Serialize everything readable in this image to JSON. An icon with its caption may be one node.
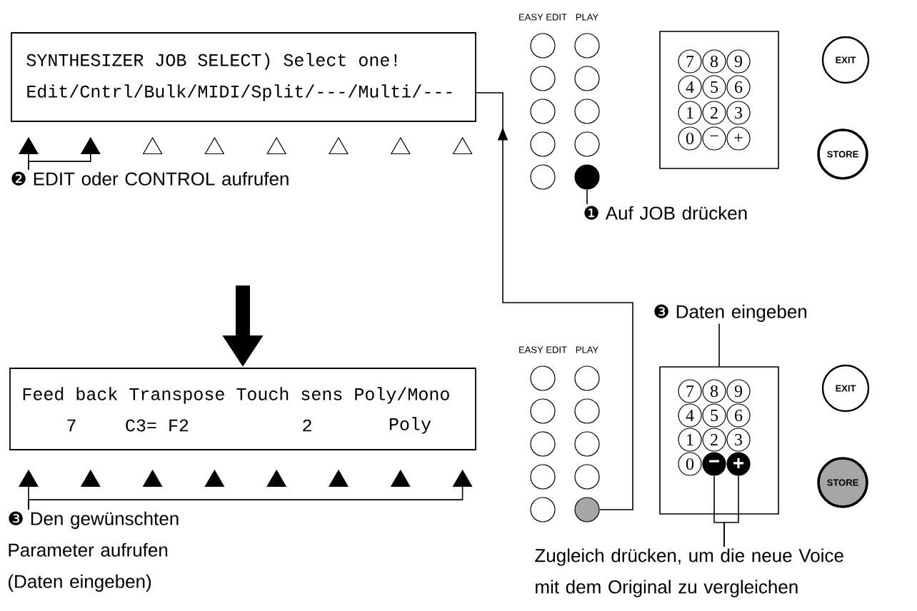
{
  "diagram": {
    "nodes": [
      {
        "text": [
          "SYNTHESIZER JOB SELECT) Select one!",
          "Edit/Cntrl/Bulk/MIDI/Split/---/Multi/---"
        ]
      },
      {
        "text": [],
        "shape": "triangle"
      },
      {
        "text": [],
        "shape": "triangle"
      },
      {
        "text": [],
        "shape": "triangle"
      },
      {
        "text": [],
        "shape": "triangle"
      },
      {
        "text": [],
        "shape": "triangle"
      },
      {
        "text": [],
        "shape": "triangle"
      },
      {
        "text": [],
        "shape": "triangle"
      },
      {
        "text": [],
        "shape": "triangle"
      },
      {
        "text": [
          "❷",
          "EDIT oder CONTROL aufrufen"
        ]
      },
      {
        "text": [],
        "shape": "circle"
      },
      {
        "text": [],
        "shape": "circle"
      },
      {
        "text": [],
        "shape": "circle"
      },
      {
        "text": [],
        "shape": "circle"
      },
      {
        "text": [],
        "shape": "circle"
      },
      {
        "text": [],
        "shape": "circle"
      },
      {
        "text": [],
        "shape": "circle"
      },
      {
        "text": [],
        "shape": "circle"
      },
      {
        "text": [],
        "shape": "circle"
      },
      {
        "text": [],
        "shape": "circle"
      },
      {
        "text": [
          "❶",
          "Auf JOB drücken"
        ]
      },
      {
        "text": [],
        "shape": "box"
      },
      {
        "text": [
          "7"
        ],
        "in": 21
      },
      {
        "text": [
          "8"
        ],
        "in": 21
      },
      {
        "text": [
          "9"
        ],
        "in": 21
      },
      {
        "text": [
          "4"
        ],
        "in": 21
      },
      {
        "text": [
          "5"
        ],
        "in": 21
      },
      {
        "text": [
          "6"
        ],
        "in": 21
      },
      {
        "text": [
          "1"
        ],
        "in": 21
      },
      {
        "text": [
          "2"
        ],
        "in": 21
      },
      {
        "text": [
          "3"
        ],
        "in": 21
      },
      {
        "text": [
          "0"
        ],
        "in": 21
      },
      {
        "text": [
          "−"
        ],
        "in": 21
      },
      {
        "text": [
          "+"
        ],
        "in": 21
      },
      {
        "text": [
          "EXIT"
        ]
      },
      {
        "text": [
          "STORE"
        ]
      },
      {
        "text": [
          "Feed back Transpose Touch sens Poly/Mono",
          "7",
          "C3= F2",
          "2",
          "Poly"
        ]
      },
      {
        "text": [],
        "shape": "triangle"
      },
      {
        "text": [],
        "shape": "triangle"
      },
      {
        "text": [],
        "shape": "triangle"
      },
      {
        "text": [],
        "shape": "triangle"
      },
      {
        "text": [],
        "shape": "triangle"
      },
      {
        "text": [],
        "shape": "triangle"
      },
      {
        "text": [],
        "shape": "triangle"
      },
      {
        "text": [],
        "shape": "triangle"
      },
      {
        "text": [
          "❸",
          "Den gewünschten Parameter aufrufen (Daten eingeben)"
        ]
      },
      {
        "text": [
          "❸",
          "Daten eingeben"
        ]
      },
      {
        "text": [],
        "shape": "circle"
      },
      {
        "text": [],
        "shape": "circle"
      },
      {
        "text": [],
        "shape": "circle"
      },
      {
        "text": [],
        "shape": "circle"
      },
      {
        "text": [],
        "shape": "circle"
      },
      {
        "text": [],
        "shape": "circle"
      },
      {
        "text": [],
        "shape": "circle"
      },
      {
        "text": [],
        "shape": "circle"
      },
      {
        "text": [],
        "shape": "circle"
      },
      {
        "text": [],
        "shape": "circle"
      },
      {
        "text": [],
        "shape": "box"
      },
      {
        "text": [
          "7"
        ],
        "in": 57
      },
      {
        "text": [
          "8"
        ],
        "in": 57
      },
      {
        "text": [
          "9"
        ],
        "in": 57
      },
      {
        "text": [
          "4"
        ],
        "in": 57
      },
      {
        "text": [
          "5"
        ],
        "in": 57
      },
      {
        "text": [
          "6"
        ],
        "in": 57
      },
      {
        "text": [
          "1"
        ],
        "in": 57
      },
      {
        "text": [
          "2"
        ],
        "in": 57
      },
      {
        "text": [
          "3"
        ],
        "in": 57
      },
      {
        "text": [
          "0"
        ],
        "in": 57
      },
      {
        "text": [
          "−"
        ],
        "in": 57
      },
      {
        "text": [
          "+"
        ],
        "in": 57
      },
      {
        "text": [
          "EXIT"
        ]
      },
      {
        "text": [
          "STORE"
        ]
      },
      {
        "text": [
          "Zugleich drücken, um die neue Voice mit dem Original zu vergleichen"
        ]
      }
    ],
    "edges": [
      {
        "from": 9,
        "to": 1,
        "arrow": "none"
      },
      {
        "from": 9,
        "to": 2,
        "arrow": "none"
      },
      {
        "from": 20,
        "to": 19,
        "arrow": "none"
      },
      {
        "from": null,
        "to": 36,
        "arrow": "to",
        "style": "thick"
      },
      {
        "from": 56,
        "to": 0,
        "arrow": "to"
      },
      {
        "from": 46,
        "to": 57,
        "arrow": "none"
      },
      {
        "from": 72,
        "to": 68,
        "arrow": "none"
      },
      {
        "from": 72,
        "to": 69,
        "arrow": "none"
      },
      {
        "from": 45,
        "to": 37,
        "arrow": "none"
      },
      {
        "from": 45,
        "to": 44,
        "arrow": "none"
      }
    ],
    "labels": [
      "EASY EDIT",
      "PLAY",
      "EASY EDIT",
      "PLAY"
    ]
  }
}
